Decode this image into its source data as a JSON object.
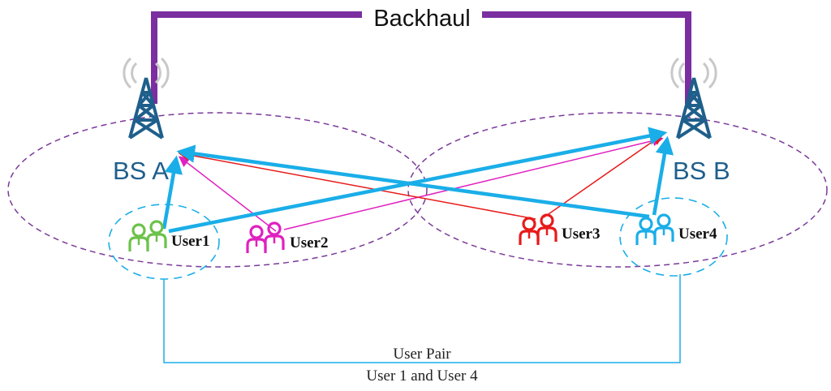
{
  "backhaul": {
    "label": "Backhaul",
    "color": "#7a2ea0"
  },
  "base_stations": [
    {
      "label": "BS A",
      "icon": "cell-tower-icon",
      "color": "#1f5f8b"
    },
    {
      "label": "BS B",
      "icon": "cell-tower-icon",
      "color": "#1f5f8b"
    }
  ],
  "users": [
    {
      "label": "User1",
      "icon": "user-group-icon",
      "color": "#6cc24a"
    },
    {
      "label": "User2",
      "icon": "user-group-icon",
      "color": "#e020c0"
    },
    {
      "label": "User3",
      "icon": "user-group-icon",
      "color": "#e81a1a"
    },
    {
      "label": "User4",
      "icon": "user-group-icon",
      "color": "#1aaee8"
    }
  ],
  "links": [
    {
      "from": "User1",
      "to": "BS A",
      "color": "#1aaee8",
      "style": "thick"
    },
    {
      "from": "User1",
      "to": "BS B",
      "color": "#1aaee8",
      "style": "thick"
    },
    {
      "from": "User4",
      "to": "BS A",
      "color": "#1aaee8",
      "style": "thick"
    },
    {
      "from": "User4",
      "to": "BS B",
      "color": "#1aaee8",
      "style": "thick"
    },
    {
      "from": "User2",
      "to": "BS A",
      "color": "#e020c0",
      "style": "thin"
    },
    {
      "from": "User2",
      "to": "BS B",
      "color": "#e020c0",
      "style": "thin"
    },
    {
      "from": "User3",
      "to": "BS A",
      "color": "#e81a1a",
      "style": "thin"
    },
    {
      "from": "User3",
      "to": "BS B",
      "color": "#e81a1a",
      "style": "thin"
    }
  ],
  "coverage_color": "#7a3a9a",
  "pair": {
    "title": "User Pair",
    "subtitle": "User 1 and User 4",
    "color": "#1aaee8"
  }
}
